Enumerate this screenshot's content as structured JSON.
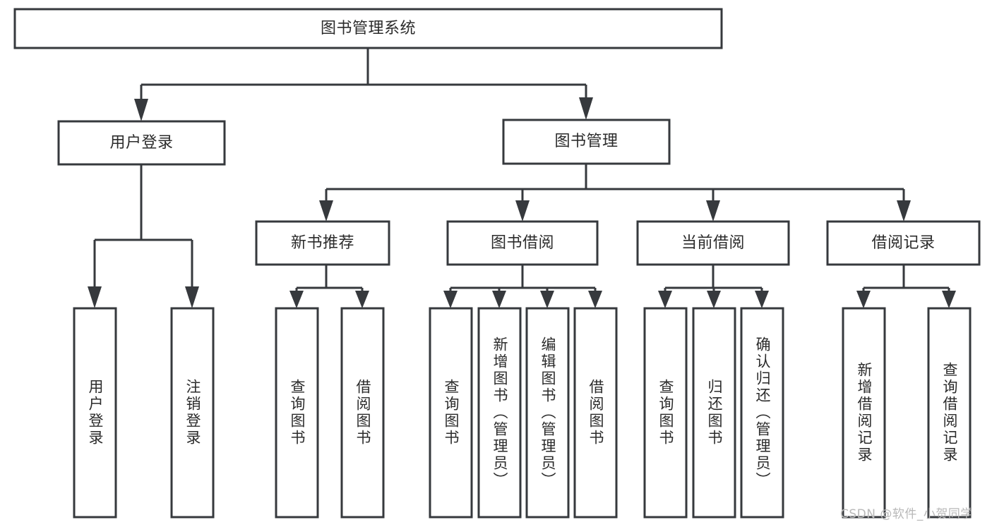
{
  "diagram": {
    "title": "图书管理系统",
    "type": "tree",
    "orientation": "top-down",
    "style": {
      "background": "#ffffff",
      "box_fill": "#ffffff",
      "box_stroke": "#36393d",
      "text_color": "#2b2b2b",
      "watermark_color": "#b8b8b8"
    },
    "nodes": {
      "root": {
        "label": "图书管理系统"
      },
      "level1": [
        {
          "label": "用户登录"
        },
        {
          "label": "图书管理"
        }
      ],
      "level2": [
        {
          "label": "新书推荐"
        },
        {
          "label": "图书借阅"
        },
        {
          "label": "当前借阅"
        },
        {
          "label": "借阅记录"
        }
      ],
      "leaves": {
        "user_login": [
          {
            "label": "用户登录"
          },
          {
            "label": "注销登录"
          }
        ],
        "new_book_recommend": [
          {
            "label": "查询图书"
          },
          {
            "label": "借阅图书"
          }
        ],
        "book_borrow": [
          {
            "label": "查询图书"
          },
          {
            "label": "新增图书（管理员）"
          },
          {
            "label": "编辑图书（管理员）"
          },
          {
            "label": "借阅图书"
          }
        ],
        "current_borrow": [
          {
            "label": "查询图书"
          },
          {
            "label": "归还图书"
          },
          {
            "label": "确认归还（管理员）"
          }
        ],
        "borrow_record": [
          {
            "label": "新增借阅记录"
          },
          {
            "label": "查询借阅记录"
          }
        ]
      }
    },
    "watermark": "CSDN @软件_小贺同学"
  }
}
